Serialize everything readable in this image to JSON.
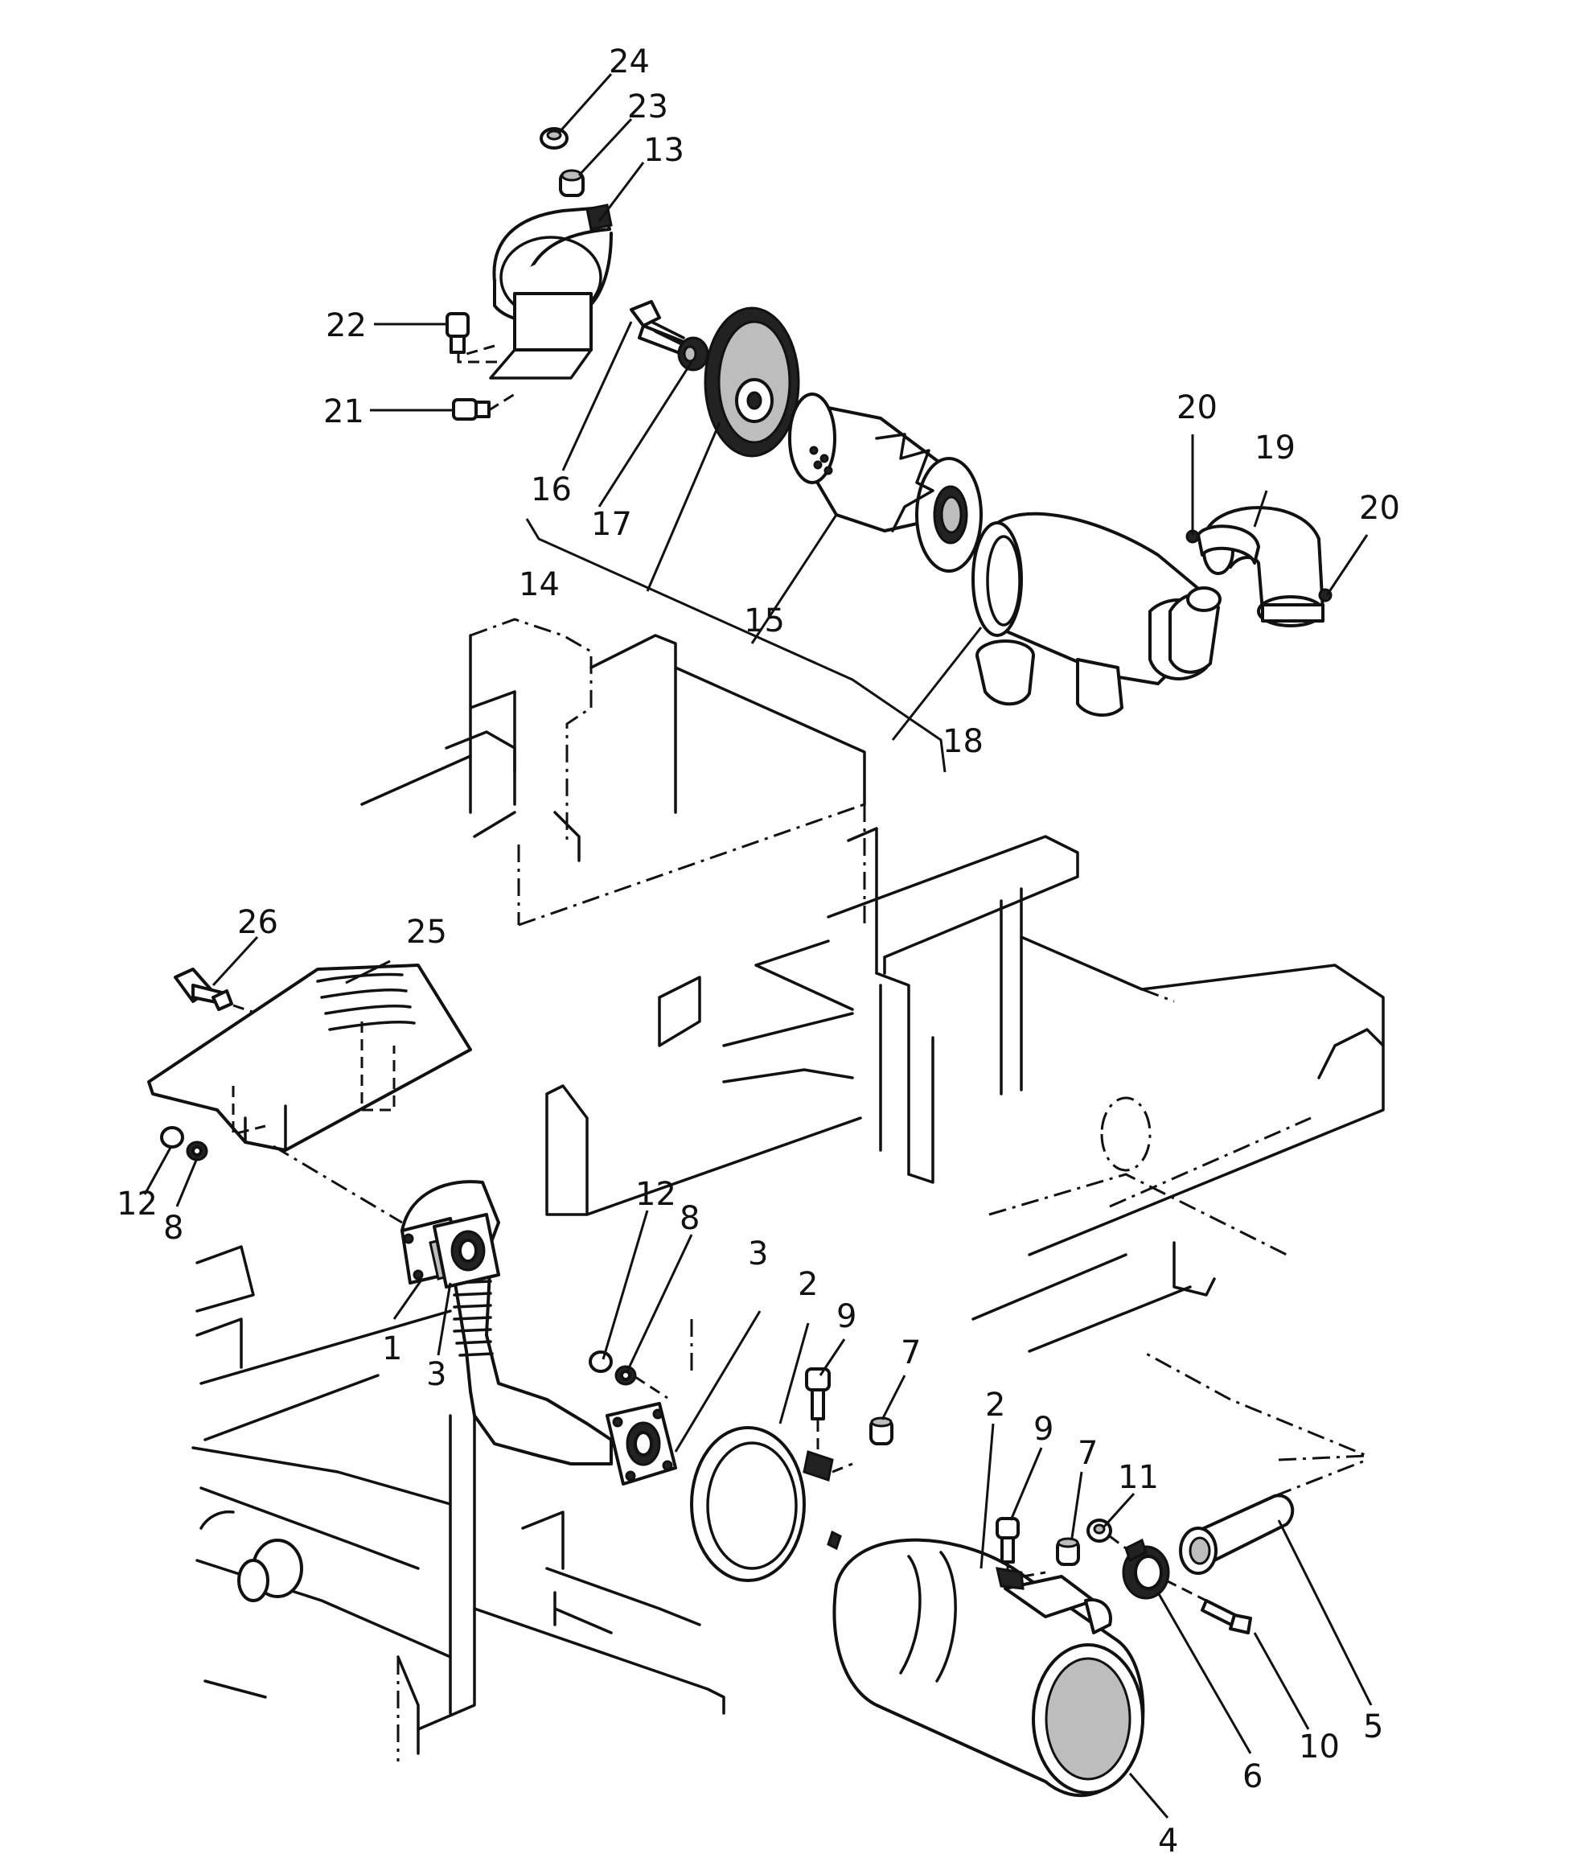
{
  "figure": {
    "callouts": [
      {
        "id": "c24",
        "label": "24"
      },
      {
        "id": "c23",
        "label": "23"
      },
      {
        "id": "c13",
        "label": "13"
      },
      {
        "id": "c22",
        "label": "22"
      },
      {
        "id": "c21",
        "label": "21"
      },
      {
        "id": "c16",
        "label": "16"
      },
      {
        "id": "c17",
        "label": "17"
      },
      {
        "id": "c14",
        "label": "14"
      },
      {
        "id": "c15",
        "label": "15"
      },
      {
        "id": "c20a",
        "label": "20"
      },
      {
        "id": "c19",
        "label": "19"
      },
      {
        "id": "c20b",
        "label": "20"
      },
      {
        "id": "c18",
        "label": "18"
      },
      {
        "id": "c26",
        "label": "26"
      },
      {
        "id": "c25",
        "label": "25"
      },
      {
        "id": "c12a",
        "label": "12"
      },
      {
        "id": "c8a",
        "label": "8"
      },
      {
        "id": "c12b",
        "label": "12"
      },
      {
        "id": "c8b",
        "label": "8"
      },
      {
        "id": "c3a",
        "label": "3"
      },
      {
        "id": "c2a",
        "label": "2"
      },
      {
        "id": "c9a",
        "label": "9"
      },
      {
        "id": "c7a",
        "label": "7"
      },
      {
        "id": "c1",
        "label": "1"
      },
      {
        "id": "c3b",
        "label": "3"
      },
      {
        "id": "c2b",
        "label": "2"
      },
      {
        "id": "c9b",
        "label": "9"
      },
      {
        "id": "c7b",
        "label": "7"
      },
      {
        "id": "c11",
        "label": "11"
      },
      {
        "id": "c5",
        "label": "5"
      },
      {
        "id": "c10",
        "label": "10"
      },
      {
        "id": "c6",
        "label": "6"
      },
      {
        "id": "c4",
        "label": "4"
      }
    ]
  }
}
